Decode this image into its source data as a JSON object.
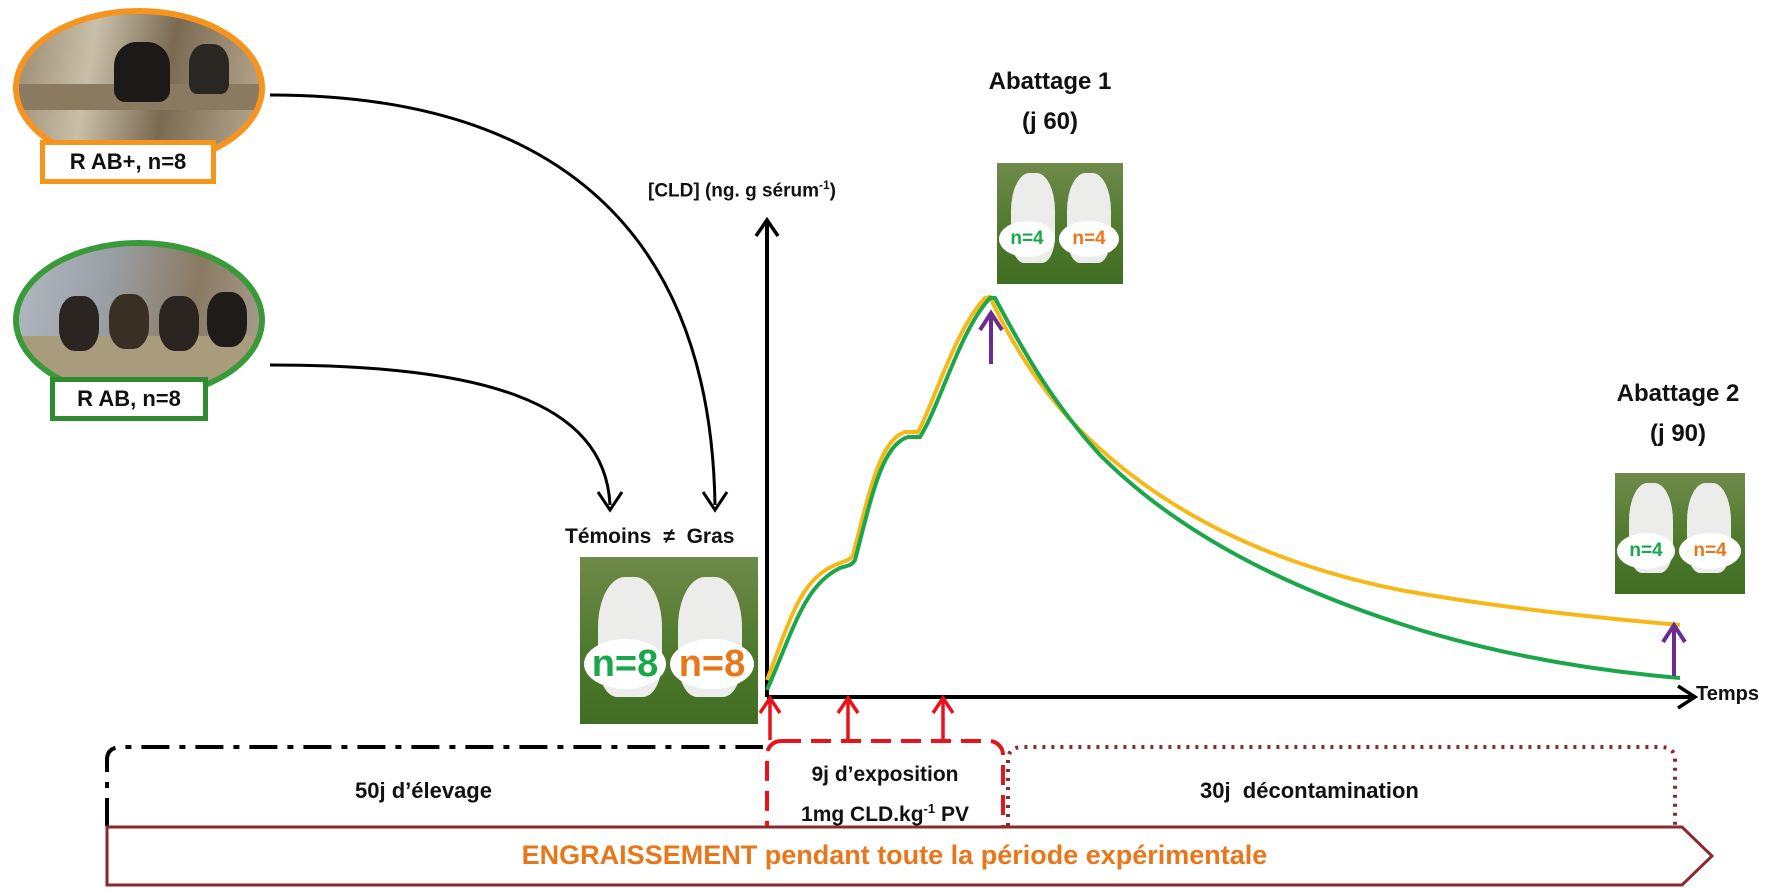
{
  "groups": {
    "ab_plus": {
      "label": "R AB+, n=8",
      "border_color": "#f7941d"
    },
    "ab": {
      "label": "R AB, n=8",
      "border_color": "#2e8b2e"
    }
  },
  "start_panel": {
    "label_left": "Témoins",
    "label_symbol": "≠",
    "label_right": "Gras",
    "n_green": "n=8",
    "n_orange": "n=8"
  },
  "slaughter1": {
    "title": "Abattage 1",
    "day": "(j 60)",
    "n_green": "n=4",
    "n_orange": "n=4"
  },
  "slaughter2": {
    "title": "Abattage 2",
    "day": "(j 90)",
    "n_green": "n=4",
    "n_orange": "n=4"
  },
  "axes": {
    "y_label": "[CLD] (ng. g sérum",
    "y_label_sup": "-1",
    "y_label_end": ")",
    "x_label": "Temps"
  },
  "phases": {
    "rearing": "50j d’élevage",
    "exposure_line1": "9j d’exposition",
    "exposure_line2_a": "1mg CLD.kg",
    "exposure_line2_sup": "-1",
    "exposure_line2_b": " PV",
    "decontamination": "30j  décontamination"
  },
  "banner": "ENGRAISSEMENT pendant toute la période expérimentale",
  "colors": {
    "curve_ab_plus": "#f5b817",
    "curve_ab": "#1aa64a",
    "slaughter_arrow": "#6a2c91",
    "dose_arrow": "#e8121a",
    "banner_border": "#8b2a2a",
    "banner_text": "#e8761a",
    "decontam_border": "#8b2a2a"
  }
}
